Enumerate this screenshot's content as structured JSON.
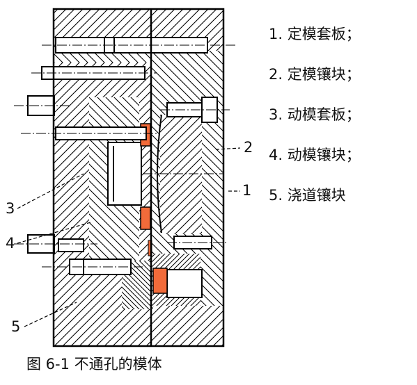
{
  "legend": [
    "1. 定模套板；",
    "2. 定模镶块；",
    "3. 动模套板；",
    "4. 动模镶块；",
    "5. 浇道镶块"
  ],
  "callouts": [
    "1",
    "2",
    "3",
    "4",
    "5"
  ],
  "caption": "图 6-1  不通孔的模体",
  "colors": {
    "insert": "#F26B3A",
    "line": "#000000",
    "background": "#FFFFFF"
  }
}
